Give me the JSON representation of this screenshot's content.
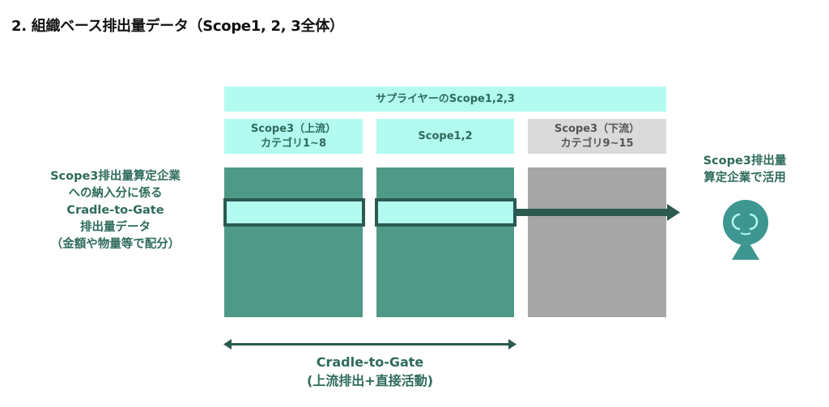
{
  "title": "2. 組織ベース排出量データ（Scope1, 2, 3全体）",
  "diagram": {
    "top_band": "サプライヤーのScope1,2,3",
    "columns": [
      {
        "line1": "Scope3（上流）",
        "line2": "カテゴリ1~8"
      },
      {
        "line1": "Scope1,2",
        "line2": ""
      },
      {
        "line1": "Scope3（下流）",
        "line2": "カテゴリ9~15"
      }
    ],
    "left_label": [
      "Scope3排出量算定企業",
      "への納入分に係る",
      "Cradle-to-Gate",
      "排出量データ",
      "（金額や物量等で配分）"
    ],
    "right_label": [
      "Scope3排出量",
      "算定企業で活用"
    ],
    "bottom_label": [
      "Cradle-to-Gate",
      "(上流排出+直接活動)"
    ],
    "colors": {
      "aqua": "#b3faf0",
      "green": "#4e9a87",
      "dark": "#2b5a50",
      "gray": "#a6a6a6",
      "person": "#3d9690"
    }
  }
}
